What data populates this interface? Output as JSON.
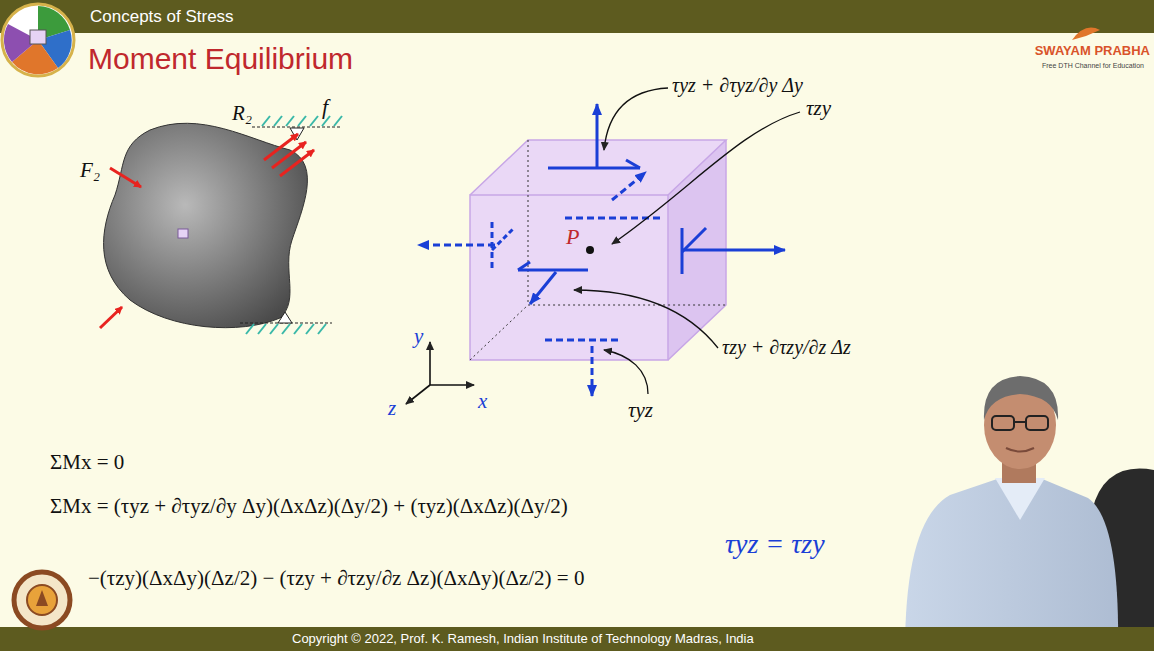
{
  "diagram": {
    "title": "Moment Equilibrium",
    "nodes": [
      {
        "text": [
          "Concepts of Stress"
        ]
      },
      {
        "text": [
          "Copyright © 2022, Prof. K. Ramesh, Indian Institute of Technology Madras, India"
        ]
      }
    ],
    "labels": [
      "F₂",
      "R₂",
      "f",
      "τyz + ∂τyz/∂y Δy",
      "τzy",
      "P",
      "τzy + ∂τzy/∂z Δz",
      "τyz",
      "y",
      "z",
      "x",
      "ΣMx = 0",
      "ΣMx = (τyz + ∂τyz/∂y Δy)(ΔxΔz)(Δy/2) + (τyz)(ΔxΔz)(Δy/2)",
      "−(τzy)(ΔxΔy)(Δz/2) − (τzy + ∂τzy/∂z Δz)(ΔxΔy)(Δz/2) = 0",
      "τyz = τzy",
      "SWAYAM PRABHA",
      "Free DTH Channel for Education"
    ]
  }
}
